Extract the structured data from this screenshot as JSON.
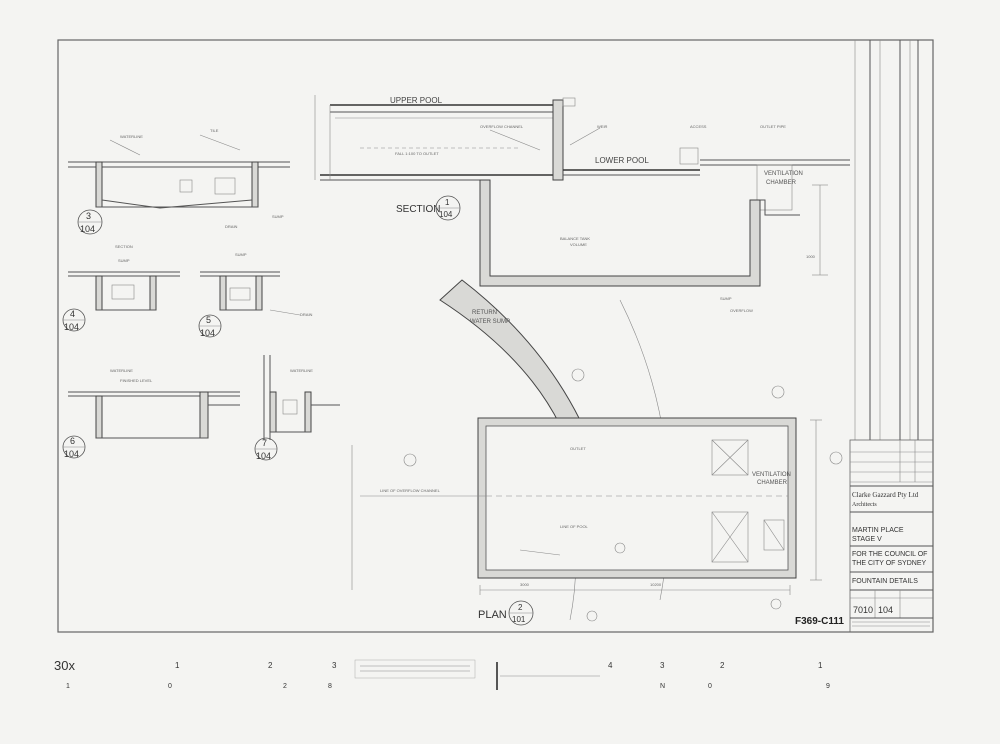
{
  "labels": {
    "upper_pool": "UPPER POOL",
    "lower_pool": "LOWER POOL",
    "ventilation_chamber_top": "VENTILATION CHAMBER",
    "ventilation_chamber_plan": "VENTILATION CHAMBER",
    "return_water_sump": "RETURN WATER SUMP",
    "section_word": "SECTION",
    "plan_word": "PLAN"
  },
  "markers": {
    "section_main": {
      "num": "1",
      "sheet": "104"
    },
    "plan_main": {
      "num": "2",
      "sheet": "101"
    },
    "detail_3": {
      "num": "3",
      "sheet": "104"
    },
    "detail_4": {
      "num": "4",
      "sheet": "104"
    },
    "detail_5": {
      "num": "5",
      "sheet": "104"
    },
    "detail_6": {
      "num": "6",
      "sheet": "104"
    },
    "detail_7": {
      "num": "7",
      "sheet": "104"
    }
  },
  "title_block": {
    "firm_line1": "Clarke Gazzard Pty Ltd",
    "firm_line2": "Architects",
    "project_line1": "MARTIN PLACE",
    "project_line2": "STAGE V",
    "client_line1": "FOR THE COUNCIL OF",
    "client_line2": "THE CITY OF SYDNEY",
    "drawing_title": "FOUNTAIN DETAILS",
    "job_no": "7010",
    "sheet_no": "104"
  },
  "stamp": "F369-C111",
  "scale_strip": {
    "magnification": "30x",
    "top_marks": [
      "1",
      "2",
      "3",
      "4",
      "3",
      "2",
      "1"
    ],
    "bottom_marks": [
      "1",
      "0",
      "2",
      "8",
      "N",
      "0",
      "9"
    ]
  }
}
